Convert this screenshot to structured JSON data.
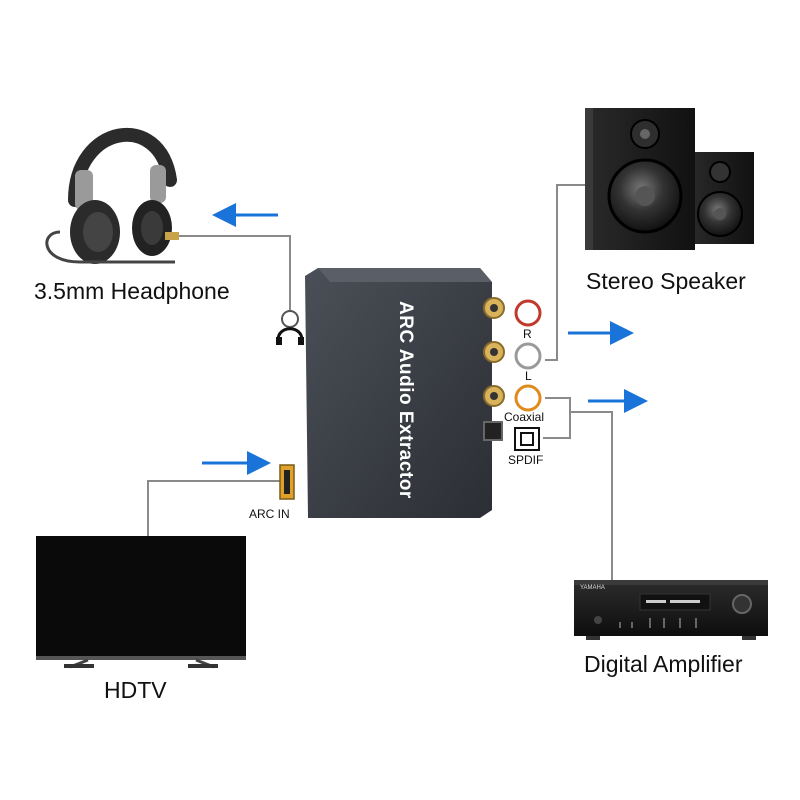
{
  "labels": {
    "headphone": "3.5mm Headphone",
    "speaker": "Stereo Speaker",
    "hdtv": "HDTV",
    "amplifier": "Digital Amplifier",
    "device": "ARC Audio Extractor",
    "arc_in": "ARC IN",
    "r": "R",
    "l": "L",
    "coaxial": "Coaxial",
    "spdif": "SPDIF",
    "amp_brand": "YAMAHA"
  },
  "icons": [
    "headphone-icon",
    "rca-jack-icon",
    "hdmi-port-icon",
    "optical-port-icon",
    "arrow-icon"
  ],
  "colors": {
    "arrow": "#1a73d9",
    "device_body": "#3a3d44",
    "jack_red": "#c0392b",
    "jack_white": "#9a9a9a",
    "jack_orange": "#e08a1e",
    "wire": "#8a8a8a"
  }
}
